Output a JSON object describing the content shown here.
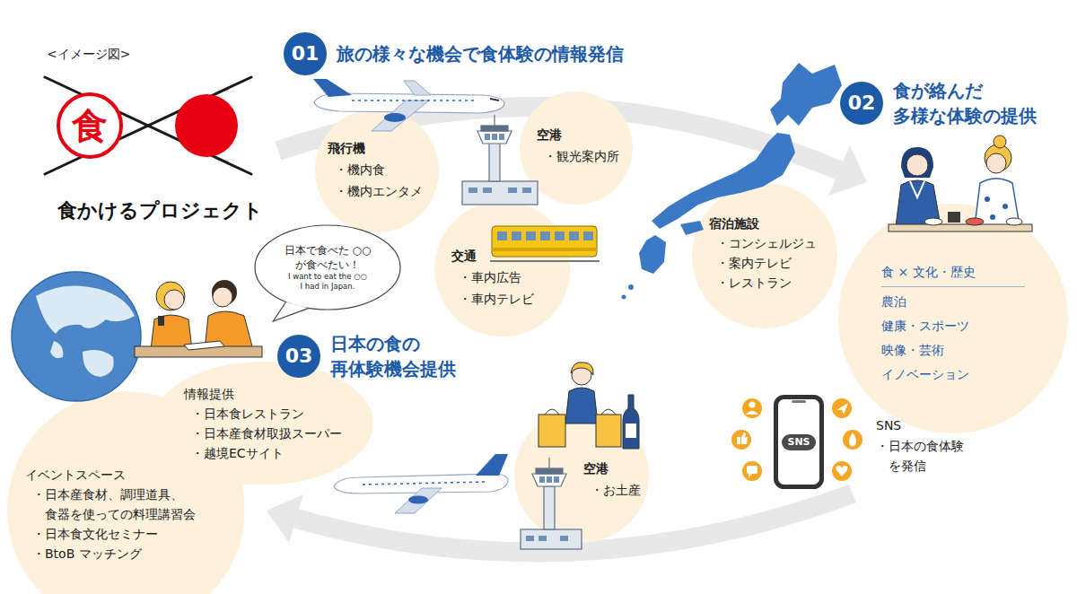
{
  "diagram": {
    "title": "食かけるプロジェクト",
    "nodes": [
      {
        "text": [
          "食"
        ]
      },
      {
        "text": [
          "01",
          "旅の様々な機会で食体験の情報発信"
        ]
      },
      {
        "text": [
          "飛行機",
          "・機内食",
          "・機内エンタメ"
        ]
      },
      {
        "text": [
          "空港",
          "・観光案内所"
        ]
      },
      {
        "text": [
          "交通",
          "・車内広告",
          "・車内テレビ"
        ]
      },
      {
        "text": [
          "宿泊施設",
          "・コンシェルジュ",
          "・案内テレビ",
          "・レストラン"
        ]
      },
      {
        "text": [
          "02",
          "食が絡んだ 多様な体験の提供"
        ]
      },
      {
        "text": [
          "食 × 文化・歴史",
          "農泊",
          "健康・スポーツ",
          "映像・芸術",
          "イノベーション"
        ]
      },
      {
        "text": [
          "日本で食べた ○○が食べたい！",
          "I want to eat the ○○ I had in Japan."
        ]
      },
      {
        "text": [
          "03",
          "日本の食の 再体験機会提供"
        ]
      },
      {
        "text": [
          "情報提供",
          "・日本食レストラン",
          "・日本産食材取扱スーパー",
          "・越境ECサイト"
        ]
      },
      {
        "text": [
          "SNS"
        ]
      },
      {
        "text": [
          "空港",
          "・お土産"
        ]
      },
      {
        "text": [
          "イベントスペース",
          "・日本産食材、調理道具、 食器を使っての料理講習会",
          "・日本食文化セミナー",
          "・BtoB マッチング"
        ]
      }
    ],
    "labels": [
      "<イメージ図>",
      "SNS",
      "・日本の食体験 を発信"
    ]
  }
}
